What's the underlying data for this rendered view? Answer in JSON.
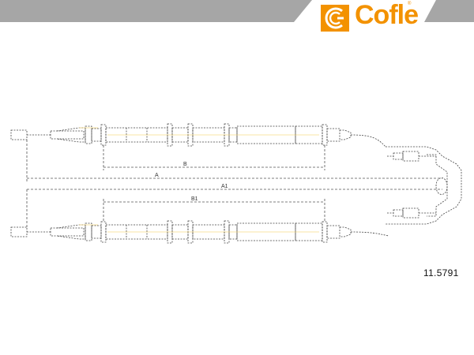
{
  "brand": {
    "name": "Cofle",
    "registered_mark": "®",
    "color": "#f39200"
  },
  "part_number": "11.5791",
  "dimensions": {
    "a": "A",
    "b": "B",
    "a1": "A1",
    "b1": "B1"
  },
  "colors": {
    "band": "#a6a6a6",
    "line": "#444444",
    "highlight": "#f5d36a"
  },
  "icons": {
    "logo": "cofle-c-logo-icon"
  }
}
